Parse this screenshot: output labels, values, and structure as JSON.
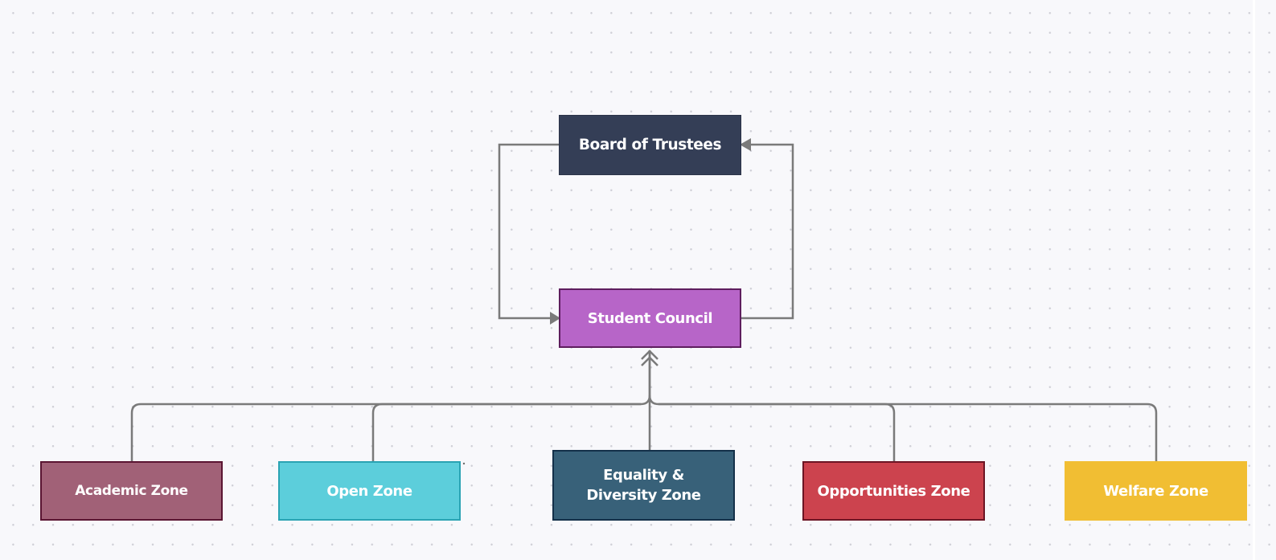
{
  "diagram": {
    "nodes": {
      "board": "Board of Trustees",
      "council": "Student Council",
      "academic": "Academic Zone",
      "open": "Open Zone",
      "equality": "Equality & Diversity Zone",
      "opportunities": "Opportunities Zone",
      "welfare": "Welfare Zone"
    },
    "edges": [
      {
        "from": "Board of Trustees",
        "to": "Student Council"
      },
      {
        "from": "Student Council",
        "to": "Board of Trustees"
      },
      {
        "from": "Academic Zone",
        "to": "Student Council"
      },
      {
        "from": "Open Zone",
        "to": "Student Council"
      },
      {
        "from": "Equality & Diversity Zone",
        "to": "Student Council"
      },
      {
        "from": "Opportunities Zone",
        "to": "Student Council"
      },
      {
        "from": "Welfare Zone",
        "to": "Student Council"
      }
    ],
    "colors": {
      "connector": "#7a7a7a",
      "board": "#343e56",
      "council": "#b765c8",
      "academic": "#a16177",
      "open": "#5ccedb",
      "equality": "#386179",
      "opportunities": "#cc434e",
      "welfare": "#f1be33"
    }
  }
}
